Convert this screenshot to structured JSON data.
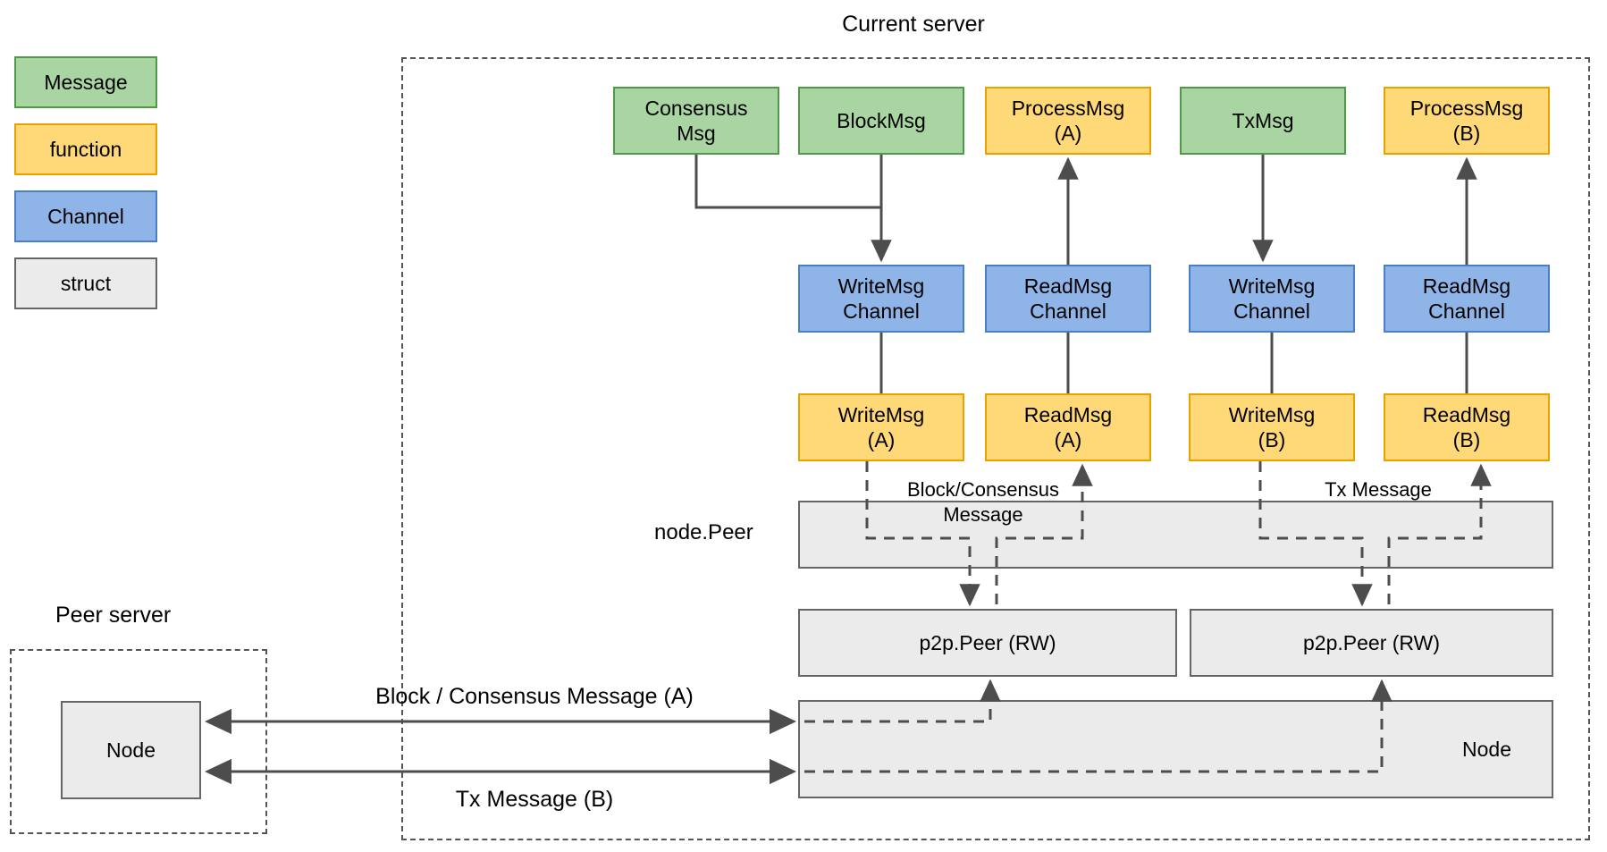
{
  "titles": {
    "current_server": "Current server",
    "peer_server": "Peer server",
    "node_peer": "node.Peer"
  },
  "legend": {
    "items": [
      {
        "label": "Message",
        "kind": "msg",
        "color": "#a8d5a2",
        "border": "#4f9a48"
      },
      {
        "label": "function",
        "kind": "fn",
        "color": "#ffd977",
        "border": "#e8a200"
      },
      {
        "label": "Channel",
        "kind": "chan",
        "color": "#8fb4e8",
        "border": "#4a7fc4"
      },
      {
        "label": "struct",
        "kind": "struct",
        "color": "#ebebeb",
        "border": "#666666"
      }
    ]
  },
  "messages": {
    "consensus_msg": "Consensus\nMsg",
    "block_msg": "BlockMsg",
    "tx_msg": "TxMsg",
    "process_msg_a": "ProcessMsg\n(A)",
    "process_msg_b": "ProcessMsg\n(B)"
  },
  "channels": {
    "write_channel_a": "WriteMsg\nChannel",
    "read_channel_a": "ReadMsg\nChannel",
    "write_channel_b": "WriteMsg\nChannel",
    "read_channel_b": "ReadMsg\nChannel"
  },
  "functions": {
    "write_msg_a": "WriteMsg\n(A)",
    "read_msg_a": "ReadMsg\n(A)",
    "write_msg_b": "WriteMsg\n(B)",
    "read_msg_b": "ReadMsg\n(B)"
  },
  "structs": {
    "p2p_peer_a": "p2p.Peer (RW)",
    "p2p_peer_b": "p2p.Peer (RW)",
    "node_current": "Node",
    "node_peer_server": "Node"
  },
  "flow_labels": {
    "block_consensus_message": "Block/Consensus\nMessage",
    "tx_message": "Tx Message",
    "block_consensus_message_a": "Block / Consensus Message (A)",
    "tx_message_b": "Tx Message (B)"
  }
}
